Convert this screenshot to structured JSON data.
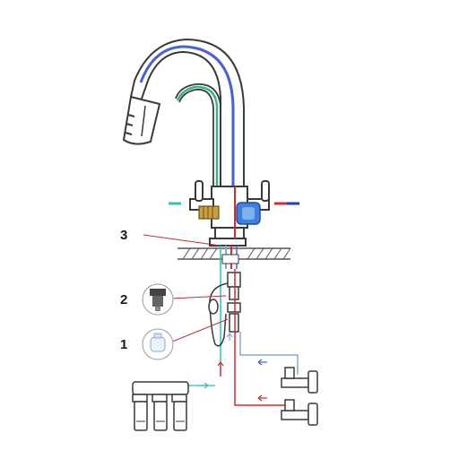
{
  "callouts": [
    {
      "id": "callout-3",
      "label": "3"
    },
    {
      "id": "callout-2",
      "label": "2"
    },
    {
      "id": "callout-1",
      "label": "1"
    }
  ],
  "colors": {
    "outline": "#3a3a3a",
    "cold_line": "#4b5fd6",
    "cold_pipe": "#8fa0e6",
    "hot_line": "#d62b2b",
    "filtered_line": "#2ec4b6",
    "filtered_spout": "#3bb28f",
    "leader": "#c0303a",
    "counter": "#555555",
    "body_tint": "#ffffff"
  },
  "icons": [
    "pull-out-spray-head-icon",
    "filter-spout-icon",
    "blue-cold-water-handle-icon",
    "brass-cartridge-icon",
    "angle-valve-icon",
    "adapter-connector-icon",
    "diverter-valve-icon",
    "three-stage-filter-icon",
    "shower-hose-icon"
  ]
}
